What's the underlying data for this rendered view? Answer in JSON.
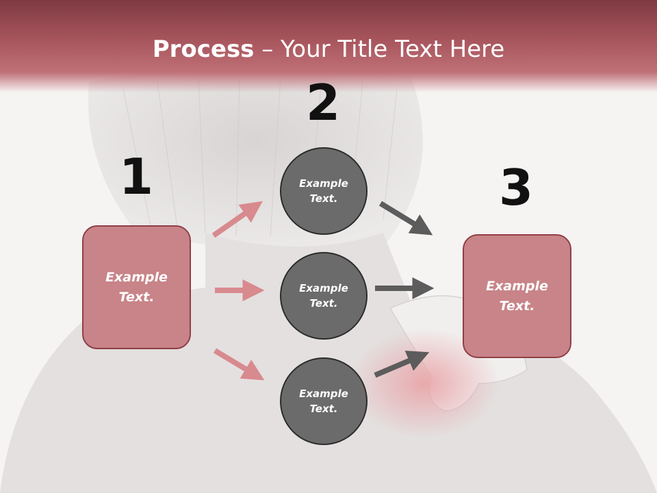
{
  "title": {
    "bold": "Process",
    "rest": " – Your Title Text Here"
  },
  "steps": [
    {
      "number": "1",
      "text_line1": "Example",
      "text_line2": "Text."
    },
    {
      "number": "2",
      "text_line1": "Example",
      "text_line2": "Text."
    },
    {
      "number": "3",
      "text_line1": "Example",
      "text_line2": "Text."
    }
  ],
  "circles": [
    {
      "text_line1": "Example",
      "text_line2": "Text."
    },
    {
      "text_line1": "Example",
      "text_line2": "Text."
    },
    {
      "text_line1": "Example",
      "text_line2": "Text."
    }
  ],
  "colors": {
    "title_bar": "#a9565e",
    "box_fill": "#c88488",
    "circle_fill": "#6b6b6b",
    "pink_arrow": "#d88a8e",
    "gray_arrow": "#5c5c5c"
  }
}
